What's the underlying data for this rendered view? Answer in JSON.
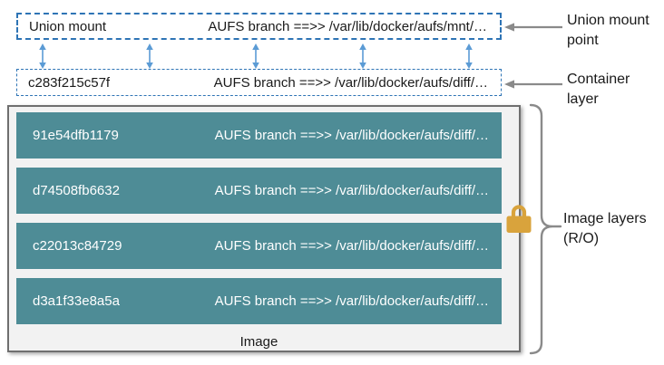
{
  "colors": {
    "dash_blue": "#2e74b5",
    "arrow_blue": "#5b9bd5",
    "teal": "#4e8c96",
    "box_fill": "#f2f2f2",
    "box_border": "#6f6f6f",
    "annot_gray": "#8a8a8a",
    "lock_gold": "#d9a33c",
    "text_dark": "#1a1a1a"
  },
  "union_mount_box": {
    "id_label": "Union mount",
    "branch": "AUFS branch ==>> /var/lib/docker/aufs/mnt/…"
  },
  "container_layer_box": {
    "id_label": "c283f215c57f",
    "branch": "AUFS branch ==>> /var/lib/docker/aufs/diff/…"
  },
  "image_box": {
    "caption": "Image",
    "layers": [
      {
        "id": "91e54dfb1179",
        "branch": "AUFS branch ==>> /var/lib/docker/aufs/diff/…"
      },
      {
        "id": "d74508fb6632",
        "branch": "AUFS branch ==>> /var/lib/docker/aufs/diff/…"
      },
      {
        "id": "c22013c84729",
        "branch": "AUFS branch ==>> /var/lib/docker/aufs/diff/…"
      },
      {
        "id": "d3a1f33e8a5a",
        "branch": "AUFS branch ==>> /var/lib/docker/aufs/diff/…"
      }
    ]
  },
  "annotations": {
    "union_mount_point": "Union mount point",
    "container_layer": "Container layer",
    "image_layers": "Image layers (R/O)"
  },
  "icons": {
    "lock": "padlock (read-only)",
    "double_arrow": "vertical double-headed arrow",
    "pointer_arrow": "left-pointing arrow",
    "brace": "right curly brace"
  }
}
